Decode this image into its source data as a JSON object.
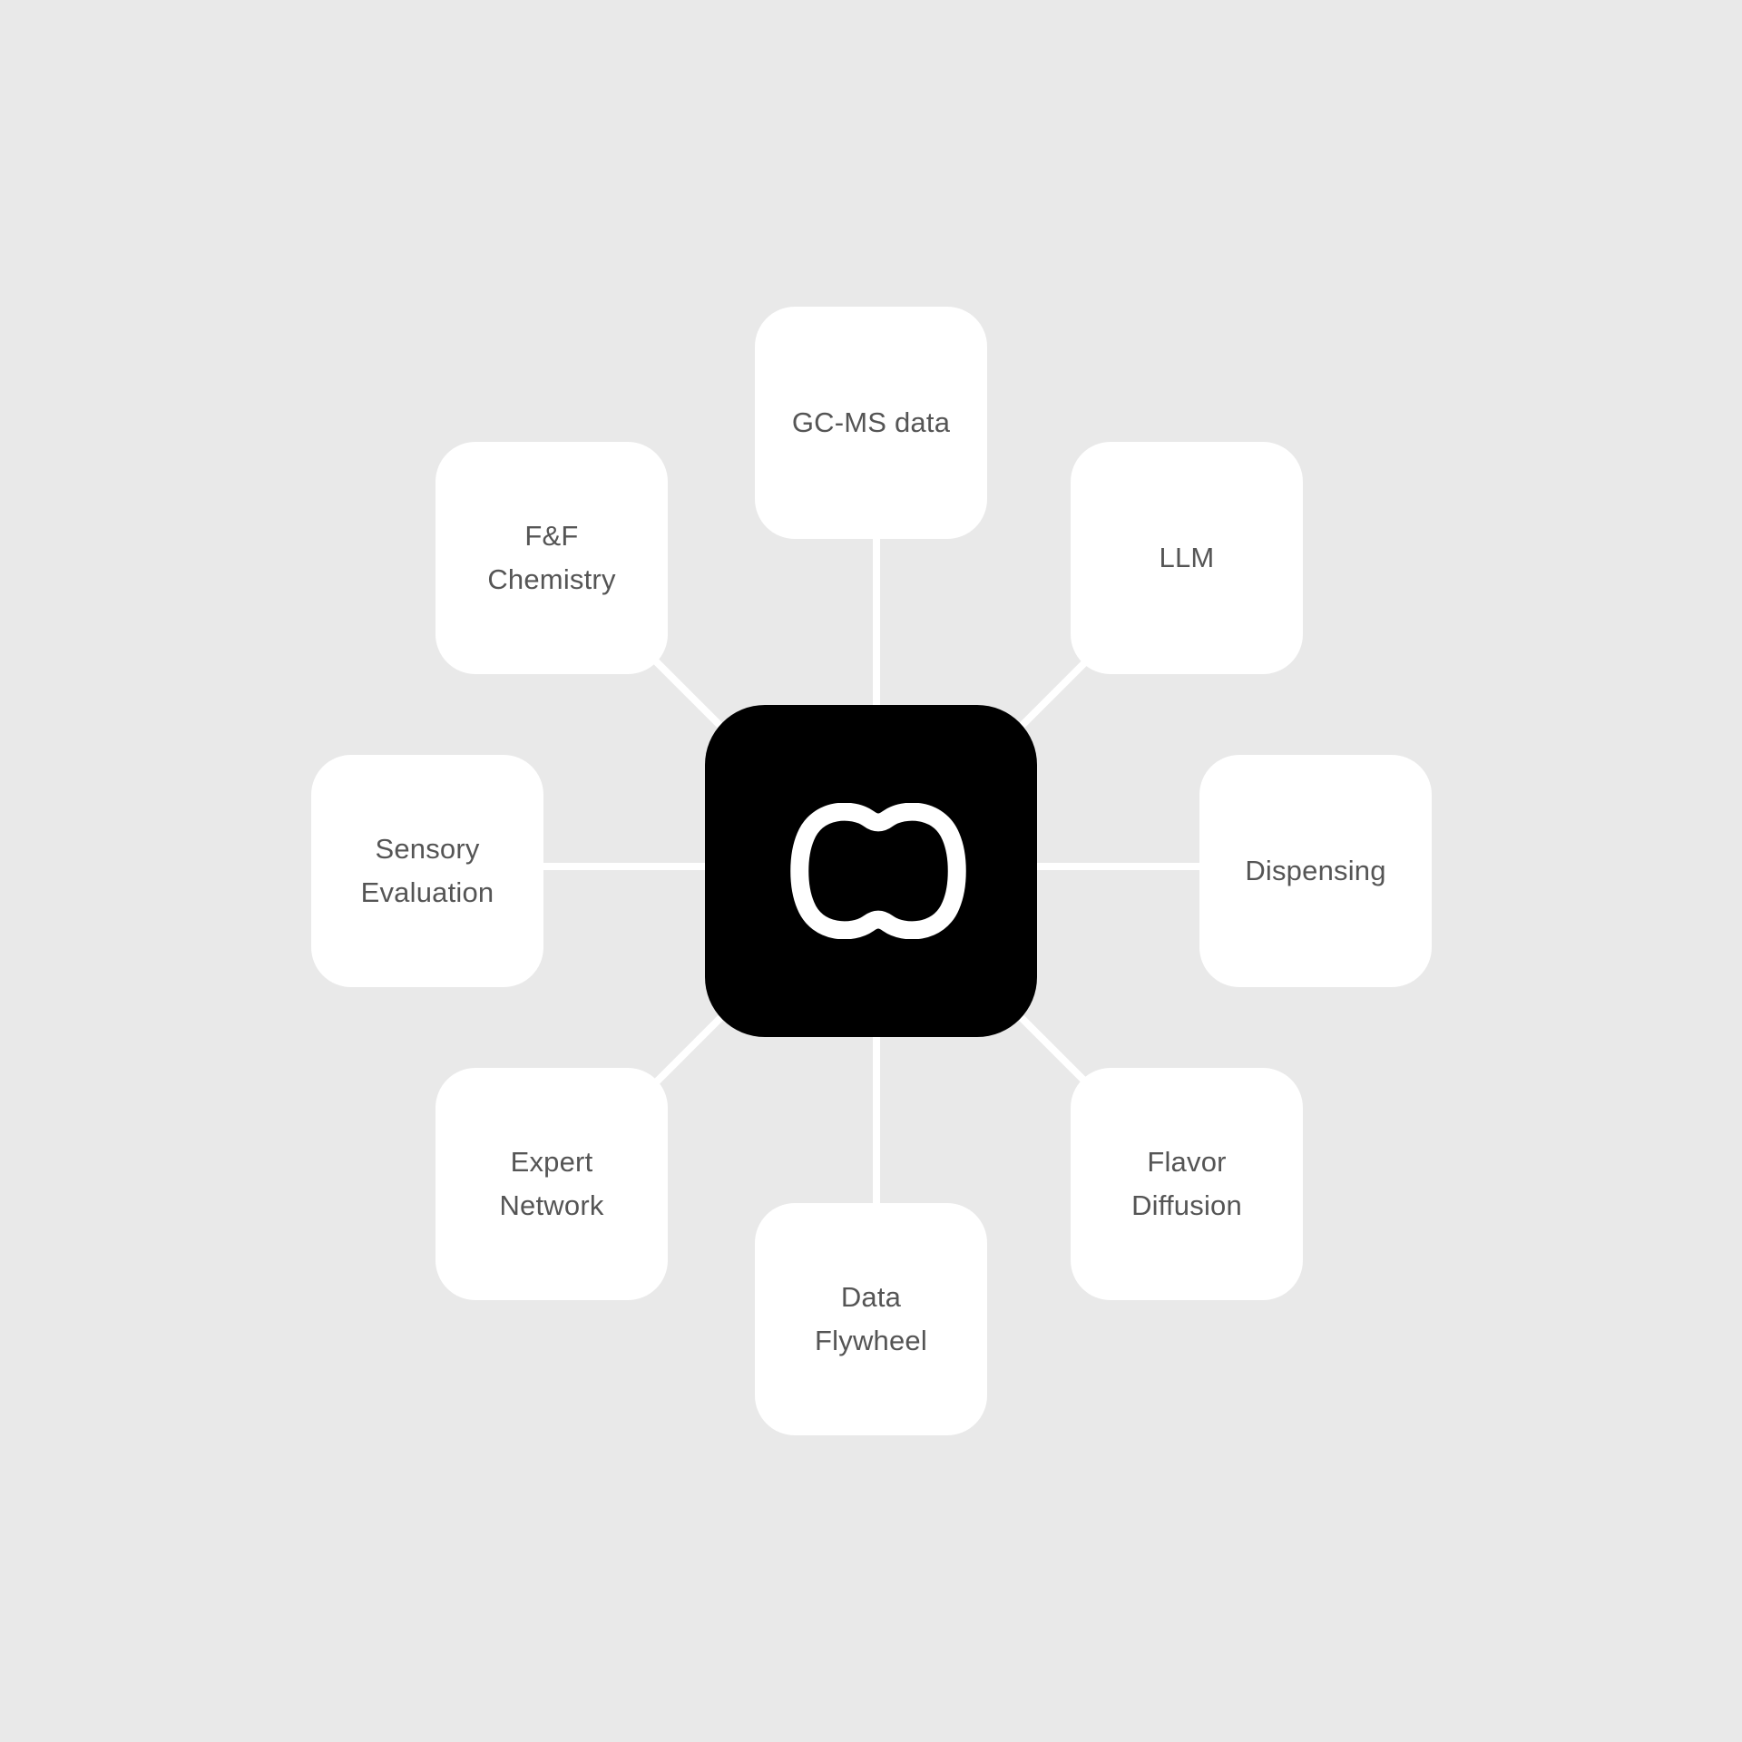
{
  "diagram": {
    "colors": {
      "background": "#e9e9e9",
      "node": "#ffffff",
      "hub": "#000000",
      "connector": "#ffffff",
      "label": "#555555"
    },
    "hub": {
      "icon": "infinity-loop-logo-icon"
    },
    "nodes": [
      {
        "id": "gcms",
        "label": "GC-MS data"
      },
      {
        "id": "llm",
        "label": "LLM"
      },
      {
        "id": "dispense",
        "label": "Dispensing"
      },
      {
        "id": "flavor",
        "label": "Flavor\nDiffusion"
      },
      {
        "id": "flywheel",
        "label": "Data\nFlywheel"
      },
      {
        "id": "expert",
        "label": "Expert\nNetwork"
      },
      {
        "id": "sensory",
        "label": "Sensory\nEvaluation"
      },
      {
        "id": "ffchem",
        "label": "F&F\nChemistry"
      }
    ]
  }
}
